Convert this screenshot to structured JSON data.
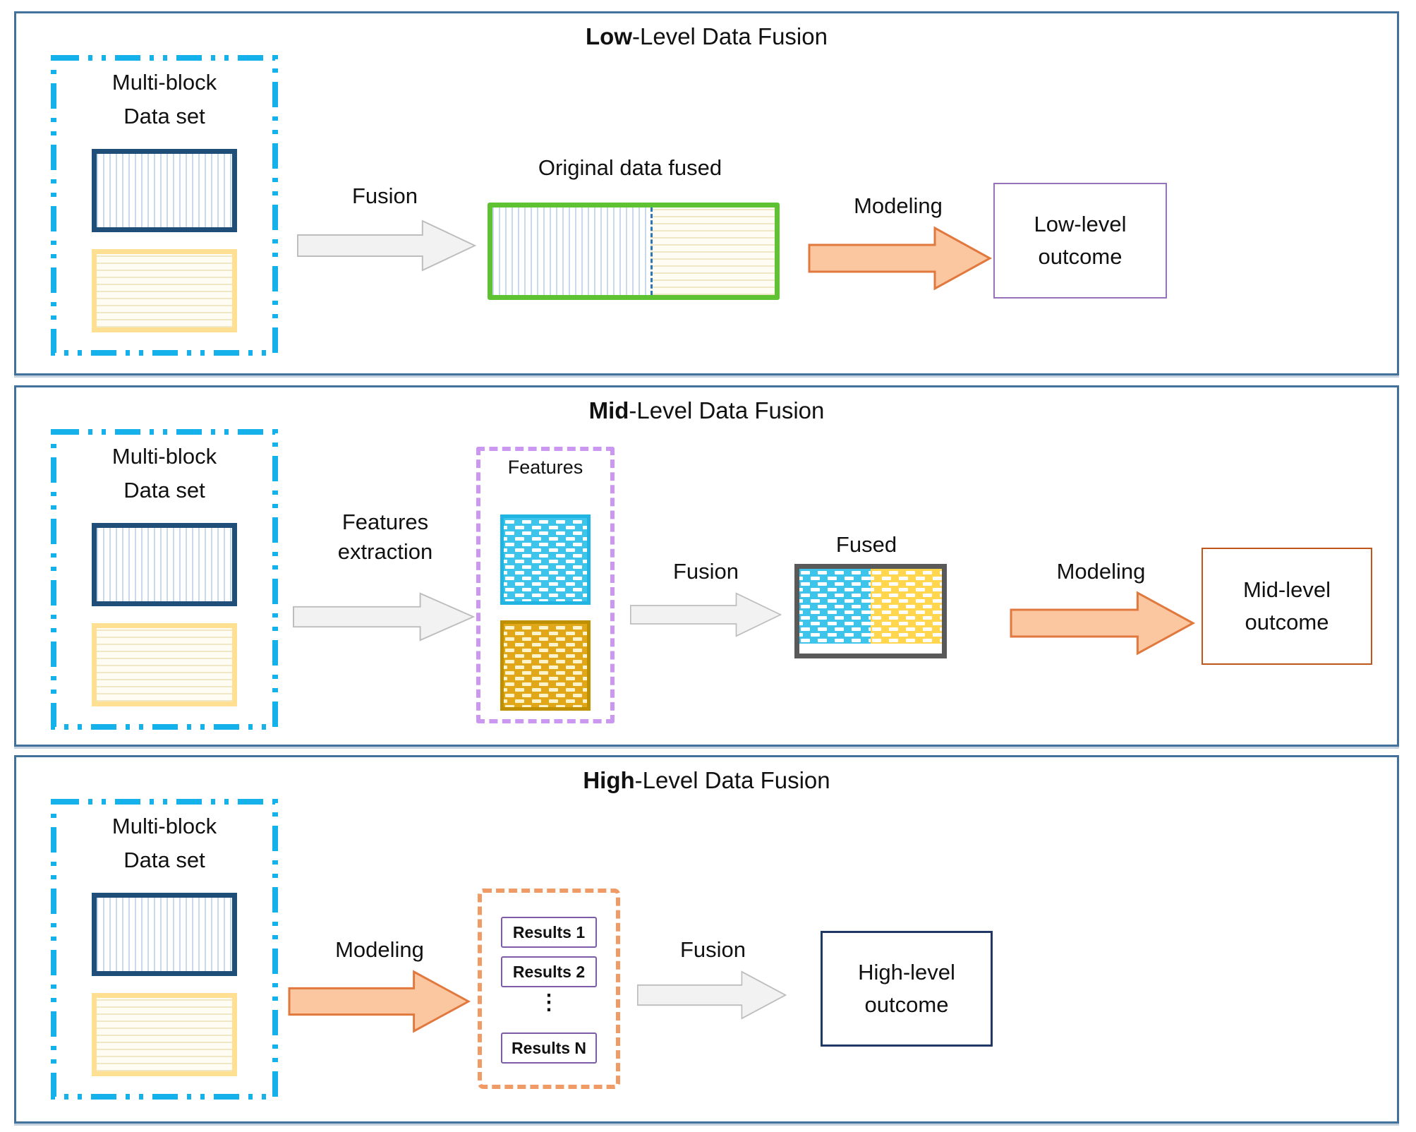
{
  "figure": {
    "type": "data-fusion-levels-diagram"
  },
  "multiblock": {
    "line1": "Multi-block",
    "line2": "Data set"
  },
  "panels": [
    {
      "title_bold": "Low",
      "title_rest": "-Level Data Fusion",
      "fusion_label": "Fusion",
      "fused_title": "Original data fused",
      "modeling_label": "Modeling",
      "outcome_line1": "Low-level",
      "outcome_line2": "outcome"
    },
    {
      "title_bold": "Mid",
      "title_rest": "-Level Data Fusion",
      "extraction_line1": "Features",
      "extraction_line2": "extraction",
      "features_label": "Features",
      "fusion_label": "Fusion",
      "fused_label": "Fused",
      "modeling_label": "Modeling",
      "outcome_line1": "Mid-level",
      "outcome_line2": "outcome"
    },
    {
      "title_bold": "High",
      "title_rest": "-Level Data Fusion",
      "modeling_label": "Modeling",
      "result1": "Results 1",
      "result2": "Results 2",
      "results_dots": "⋮",
      "resultN": "Results N",
      "fusion_label": "Fusion",
      "outcome_line1": "High-level",
      "outcome_line2": "outcome"
    }
  ],
  "colors": {
    "panel_border": "#42719b",
    "multiblock_dash": "#14b1ea",
    "dataset_blue_border": "#1f4e79",
    "dataset_blue_stripe": "#c9d9ec",
    "dataset_yellow_border": "#ffdf92",
    "dataset_yellow_stripe": "#f0e7c6",
    "green_fused_border": "#5ec232",
    "fused_divider_dash": "#2e75b6",
    "gray_arrow_fill": "#f2f2f2",
    "gray_arrow_stroke": "#bdbdbd",
    "orange_arrow_fill": "#fbc7a1",
    "orange_arrow_stroke": "#e1793f",
    "low_outcome_border": "#9673b8",
    "features_dash": "#cb97f1",
    "brick_cyan_border": "#1fb4e2",
    "brick_cyan_fill": "#3ec3ea",
    "brick_gold_border": "#bf9000",
    "brick_gold_fill": "#ffd64e",
    "fused_box_border": "#595959",
    "mid_outcome_border": "#c0551c",
    "results_dash": "#f09a66",
    "results_box_border": "#7d5ba6",
    "high_outcome_border": "#203864"
  }
}
